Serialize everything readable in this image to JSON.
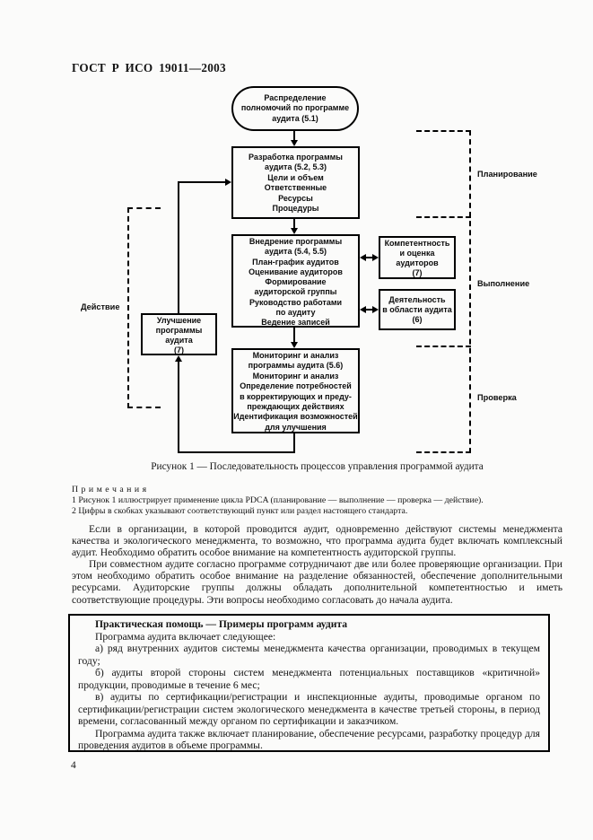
{
  "page": {
    "header": "ГОСТ Р ИСО 19011—2003",
    "page_number": "4"
  },
  "figure": {
    "caption": "Рисунок 1 — Последовательность процессов управления программой аудита",
    "authority_oval": {
      "lines": [
        "Распределение",
        "полномочий по программе",
        "аудита (5.1)"
      ]
    },
    "develop_box": {
      "title_lines": [
        "Разработка программы",
        "аудита (5.2, 5.3)"
      ],
      "items": [
        "Цели и объем",
        "Ответственные",
        "Ресурсы",
        "Процедуры"
      ]
    },
    "implement_box": {
      "title_lines": [
        "Внедрение программы",
        "аудита (5.4, 5.5)"
      ],
      "items": [
        "План-график аудитов",
        "Оценивание аудиторов",
        "Формирование",
        "аудиторской группы",
        "Руководство работами",
        "по аудиту",
        "Ведение записей"
      ]
    },
    "monitor_box": {
      "title_lines": [
        "Мониторинг и анализ",
        "программы аудита (5.6)"
      ],
      "items": [
        "Мониторинг и анализ",
        "Определение потребностей",
        "в корректирующих и преду-",
        "преждающих действиях",
        "Идентификация возможностей",
        "для улучшения"
      ]
    },
    "competence_box": {
      "lines": [
        "Компетентность",
        "и оценка",
        "аудиторов",
        "(7)"
      ]
    },
    "activity_box": {
      "lines": [
        "Деятельность",
        "в области аудита",
        "(6)"
      ]
    },
    "improve_box": {
      "lines": [
        "Улучшение",
        "программы",
        "аудита",
        "(7)"
      ]
    },
    "phase_labels": {
      "planning": "Планирование",
      "execution": "Выполнение",
      "check": "Проверка",
      "act": "Действие"
    }
  },
  "notes": {
    "heading": "П р и м е ч а н и я",
    "note1": "1 Рисунок 1 иллюстрирует применение цикла PDCA (планирование — выполнение — проверка — действие).",
    "note2": "2 Цифры в скобках указывают соответствующий пункт или раздел настоящего стандарта."
  },
  "paragraphs": {
    "p1": "Если в организации, в которой проводится аудит, одновременно действуют системы менеджмента качества и экологического менеджмента, то возможно, что программа аудита будет включать комплексный аудит. Необходимо обратить особое внимание на компетентность аудиторской группы.",
    "p2": "При совместном аудите согласно программе сотрудничают две или более проверяющие организации. При этом необходимо обратить особое внимание на разделение обязанностей, обеспечение дополнительными ресурсами. Аудиторские группы должны обладать дополнительной компетентностью и иметь соответствующие процедуры. Эти вопросы необходимо согласовать до начала аудита."
  },
  "practical_help": {
    "title": "Практическая помощь — Примеры программ аудита",
    "intro": "Программа аудита включает следующее:",
    "item_a": "а) ряд внутренних аудитов системы менеджмента качества организации, проводимых в текущем году;",
    "item_b": "б) аудиты второй стороны систем менеджмента потенциальных поставщиков «критичной» продукции, проводимые в течение 6 мес;",
    "item_v": "в) аудиты по сертификации/регистрации и инспекционные аудиты, проводимые органом по сертификации/регистрации систем экологического менеджмента в качестве третьей стороны, в период времени, согласованный между органом по сертификации и заказчиком.",
    "outro": "Программа аудита также включает планирование, обеспечение ресурсами, разработку процедур для проведения аудитов в объеме программы."
  }
}
